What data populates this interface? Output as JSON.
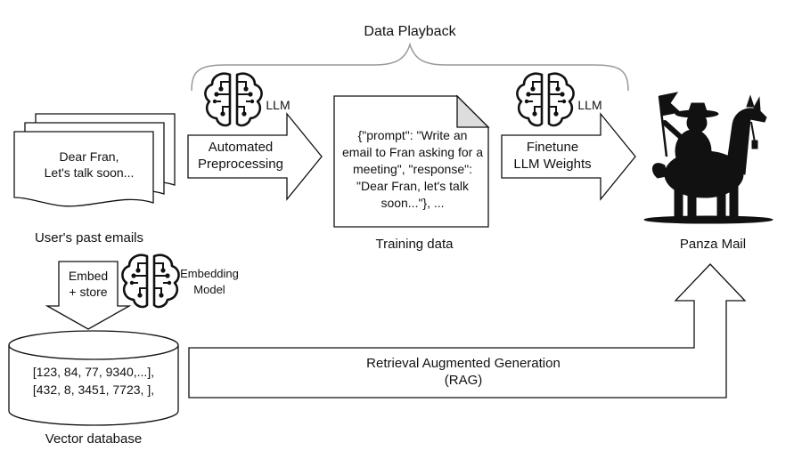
{
  "title": "Data Playback",
  "emails": {
    "preview_line1": "Dear Fran,",
    "preview_line2": "Let's talk soon...",
    "caption": "User's past emails"
  },
  "preprocess": {
    "model_label": "LLM",
    "line1": "Automated",
    "line2": "Preprocessing",
    "model_icon": "brain-circuit-icon"
  },
  "training": {
    "line1": "{\"prompt\": \"Write an",
    "line2": "email to Fran asking for a",
    "line3": "meeting\", \"response\":",
    "line4": "\"Dear Fran, let's talk",
    "line5": "soon...\"}, ...",
    "caption": "Training data"
  },
  "finetune": {
    "model_label": "LLM",
    "line1": "Finetune",
    "line2": "LLM Weights",
    "model_icon": "brain-circuit-icon"
  },
  "panza": {
    "caption": "Panza Mail",
    "icon": "llama-rider-flag-icon"
  },
  "embed": {
    "line1": "Embed",
    "line2": "+ store",
    "model_line1": "Embedding",
    "model_line2": "Model",
    "model_icon": "brain-circuit-icon"
  },
  "vectordb": {
    "line1": "[123, 84, 77, 9340,...],",
    "line2": "[432, 8, 3451, 7723, ],",
    "caption": "Vector database"
  },
  "rag": {
    "line1": "Retrieval Augmented Generation",
    "line2": "(RAG)"
  }
}
